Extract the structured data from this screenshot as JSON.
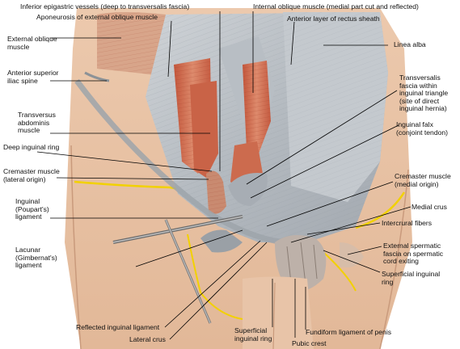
{
  "labels": {
    "inferior_epigastric": "Inferior epigastric vessels (deep to transversalis fascia)",
    "aponeurosis_ext_oblique": "Aponeurosis of external oblique muscle",
    "internal_oblique": "Internal oblique muscle (medial part cut and reflected)",
    "anterior_rectus_sheath": "Anterior layer of rectus sheath",
    "external_oblique": "External oblique\nmuscle",
    "linea_alba": "Linea alba",
    "anterior_superior_iliac_spine": "Anterior superior\niliac spine",
    "transversalis_fascia": "Transversalis\nfascia within\ninguinal triangle\n(site of direct\ninguinal hernia)",
    "transversus_abdominis": "Transversus\nabdominis\nmuscle",
    "inguinal_falx": "Inguinal falx\n(conjoint tendon)",
    "deep_inguinal_ring": "Deep inguinal ring",
    "cremaster_lateral": "Cremaster muscle\n(lateral origin)",
    "cremaster_medial": "Cremaster muscle\n(medial origin)",
    "inguinal_ligament": "Inguinal\n(Poupart's)\nligament",
    "medial_crus": "Medial crus",
    "intercrural_fibers": "Intercrural fibers",
    "lacunar_ligament": "Lacunar\n(Gimbernat's)\nligament",
    "external_spermatic_fascia": "External spermatic\nfascia on spermatic\ncord exiting",
    "superficial_inguinal_ring_right": "Superficial inguinal\nring",
    "reflected_inguinal_ligament": "Reflected inguinal ligament",
    "superficial_inguinal_ring_bottom": "Superficial\ninguinal ring",
    "fundiform_ligament": "Fundiform ligament of penis",
    "lateral_crus": "Lateral crus",
    "pubic_crest": "Pubic crest"
  },
  "colors": {
    "skin": "#e8c4a8",
    "fascia": "#b9bec4",
    "muscle": "#cf6a4c",
    "fat_edge": "#f2d100",
    "leader": "#000000"
  }
}
